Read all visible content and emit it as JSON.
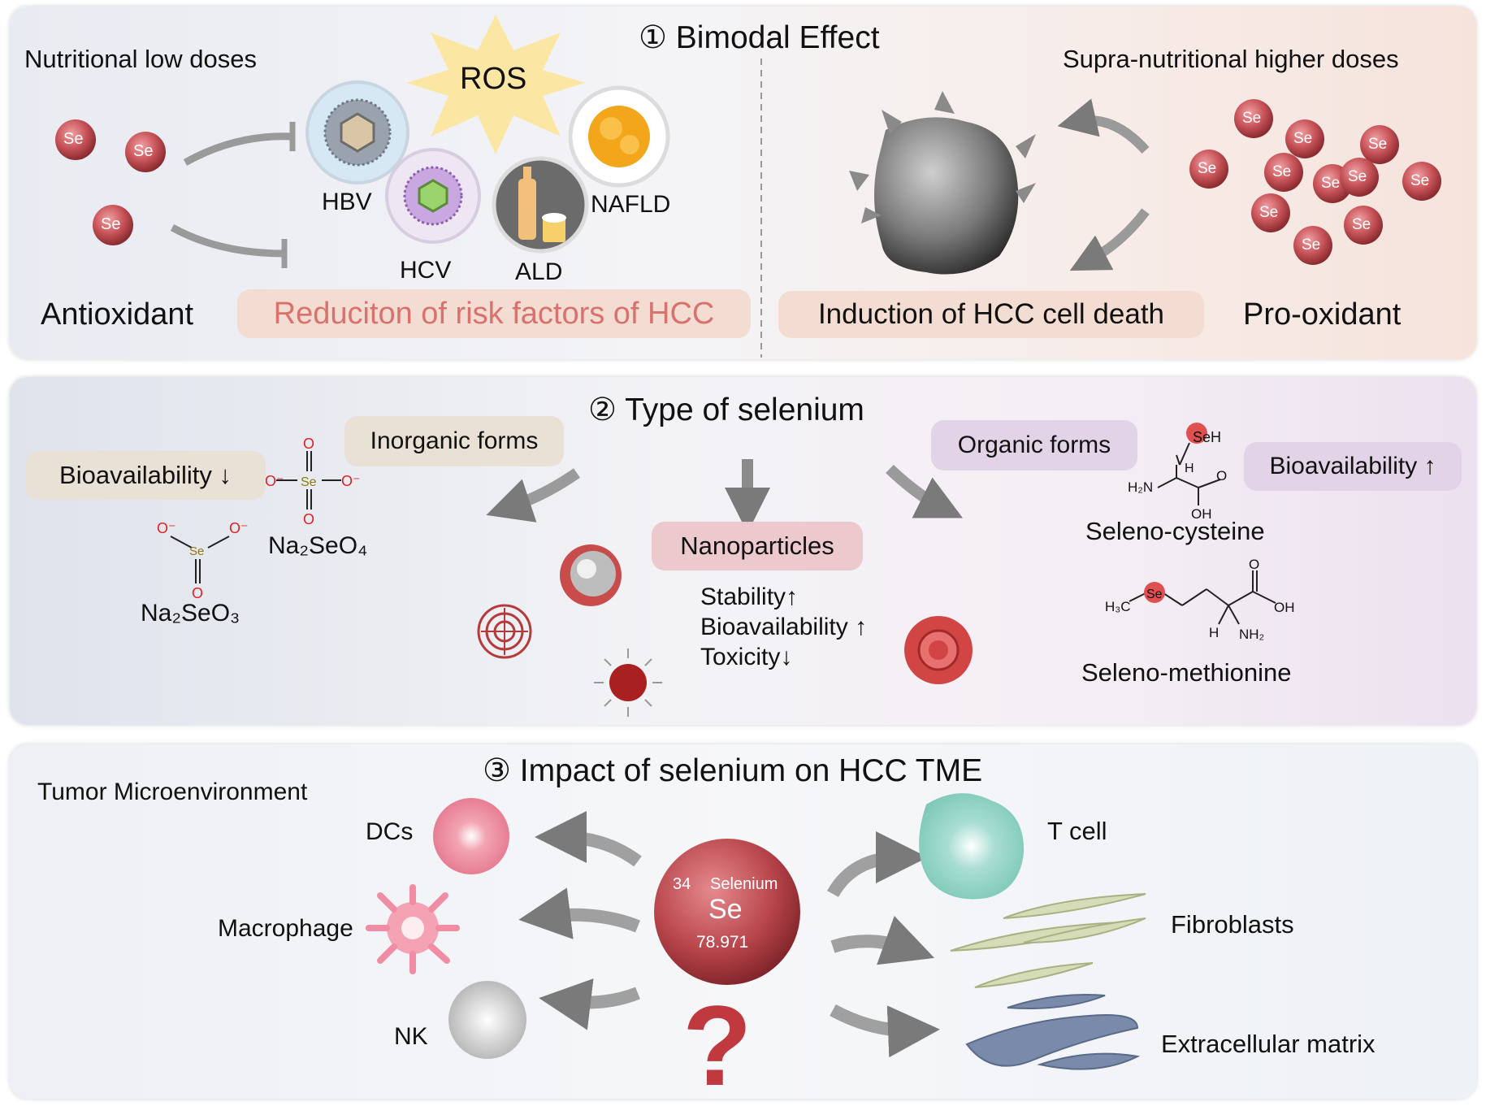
{
  "panel1": {
    "title": "① Bimodal Effect",
    "low_doses": "Nutritional low doses",
    "high_doses": "Supra-nutritional higher doses",
    "ros": "ROS",
    "hbv": "HBV",
    "hcv": "HCV",
    "ald": "ALD",
    "nafld": "NAFLD",
    "antioxidant": "Antioxidant",
    "reduction": "Reduciton of risk factors of HCC",
    "induction": "Induction of HCC cell death",
    "prooxidant": "Pro-oxidant",
    "se_label": "Se"
  },
  "panel2": {
    "title": "② Type of selenium",
    "inorganic": "Inorganic forms",
    "organic": "Organic forms",
    "bio_down": "Bioavailability ↓",
    "bio_up": "Bioavailability ↑",
    "nanoparticles": "Nanoparticles",
    "stability": "Stability↑",
    "nano_bio": "Bioavailability ↑",
    "toxicity": "Toxicity↓",
    "na2seo4": "Na₂SeO₄",
    "na2seo3": "Na₂SeO₃",
    "selenocysteine": "Seleno-cysteine",
    "selenomethionine": "Seleno-methionine"
  },
  "panel3": {
    "title": "③  Impact of selenium on HCC TME",
    "tme": "Tumor Microenvironment",
    "dcs": "DCs",
    "macrophage": "Macrophage",
    "nk": "NK",
    "tcell": "T cell",
    "fibroblasts": "Fibroblasts",
    "ecm": "Extracellular matrix",
    "element": {
      "number": "34",
      "name": "Selenium",
      "symbol": "Se",
      "mass": "78.971"
    },
    "question": "?"
  },
  "colors": {
    "se_ball": "#c9555a",
    "reduction_text": "#d9716c",
    "pill_warm": "#f3ddd2",
    "pill_inorganic": "#e9e1d5",
    "pill_organic": "#e3d3e7",
    "pill_nano": "#ecc9cc"
  }
}
